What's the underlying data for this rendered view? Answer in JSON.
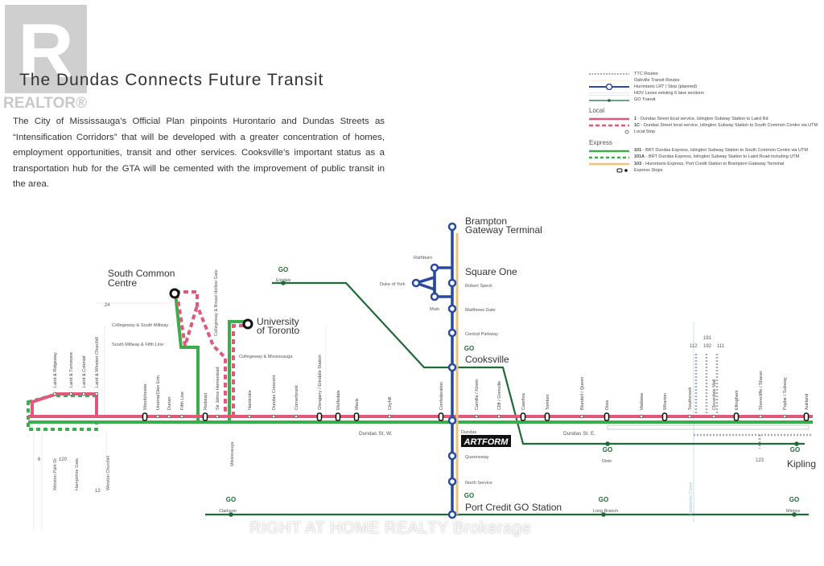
{
  "logo": {
    "text": "REALTOR®",
    "letter": "R"
  },
  "title": "The Dundas Connects Future Transit",
  "description": "The City of Mississauga’s Official Plan pinpoints Hurontario and Dundas Streets as “Intensification Corridors” that will be developed with a greater concentration of homes, employment opportunities, transit and other services. Cooksville’s important status as a transportation hub for the GTA will be cemented with the improvement of public transit in the area.",
  "legend": {
    "general": [
      "TTC Routes",
      "Oakville Transit Routes",
      "Hurontario LRT / Stop (planned)",
      "HOV Lanes existing 6 lane sections",
      "GO Transit"
    ],
    "local_heading": "Local",
    "local": [
      {
        "code": "1",
        "text": " - Dundas Street local service, Islington Subway Station to Laird Rd"
      },
      {
        "code": "1C",
        "text": " - Dundas Street local service, Islington Subway Station to South Common Centre via UTM"
      },
      {
        "code": "",
        "text": "Local Stop"
      }
    ],
    "express_heading": "Express",
    "express": [
      {
        "code": "101",
        "text": " - BRT Dundas Express, Islington Subway Station to South Common Centre via UTM"
      },
      {
        "code": "101A",
        "text": " - BRT Dundas Express, Islington Subway Station to Laird Road including UTM"
      },
      {
        "code": "103",
        "text": " - Hurontario Express, Port Credit Station to Brampton Gateway Terminal"
      },
      {
        "code": "",
        "text": "Express Stops"
      }
    ]
  },
  "colors": {
    "local": "#e0587a",
    "express": "#3aae4a",
    "lrt": "#2a4aa0",
    "go": "#1f6a35",
    "hurontario_express": "#f5c07a",
    "ttc": "#aaaaaa"
  },
  "map": {
    "big_labels": {
      "south_common": [
        "South Common",
        "Centre"
      ],
      "utm": [
        "University",
        "of Toronto"
      ],
      "brampton": [
        "Brampton",
        "Gateway Terminal"
      ],
      "square_one": "Square One",
      "cooksville": "Cooksville",
      "port_credit": "Port Credit GO Station",
      "kipling": "Kipling"
    },
    "street_labels": {
      "dundas_w": "Dundas St. W.",
      "dundas_e": "Dundas St. E.",
      "etobicoke_creek": "Etobicoke Creek"
    },
    "dundas_stops": [
      "Laird & Ridgeway",
      "Laird & Turnstone",
      "Laird & Colonial",
      "Laird & Winston Churchill",
      "Woodchester",
      "Unoma/Glen Erin",
      "Durian",
      "Fifth Line",
      "Redstart",
      "Sir Johns Homestead",
      "Nanticoke",
      "Dundas Crescent",
      "Cornerbrook",
      "Glengarry / Erindale Station",
      "Wolfedale",
      "Mavis",
      "Cityhill",
      "Confederation",
      "Camilla / Kirwin",
      "Cliff / Grenville",
      "Cawthra",
      "Tomken",
      "Blundell / Queen",
      "Dixie",
      "Mattawa",
      "Wharton",
      "Southcreek",
      "Cloverdale Mall",
      "Ellingham",
      "Shorecliffe / Shaver",
      "Poplar / Subway",
      "Aukland"
    ],
    "other_stops": [
      "Collegeway & Broad Hollow Gate",
      "Collegeway & South Millway",
      "South Millway & Fifth Line",
      "Collegeway & Mississauga"
    ],
    "hurontario_stops": [
      "Rathburn",
      "Duke of York",
      "Robert Speck",
      "Main",
      "Matthews Gate",
      "Central Parkway",
      "Dundas",
      "Queensway",
      "North Service"
    ],
    "go_stations": [
      "Erindale",
      "Clarkson",
      "Long Branch",
      "Mimico",
      "Dixie"
    ],
    "go_logo": "GO",
    "side_roads": [
      "Winston Park Dr",
      "Hampshire Gate",
      "Winston Churchill",
      "Mississauga"
    ],
    "route_numbers": [
      "24",
      "6",
      "120",
      "12",
      "112",
      "191",
      "192",
      "111",
      "123"
    ],
    "brand": "ARTFORM"
  },
  "watermark": "RIGHT AT HOME REALTY Brokerage"
}
